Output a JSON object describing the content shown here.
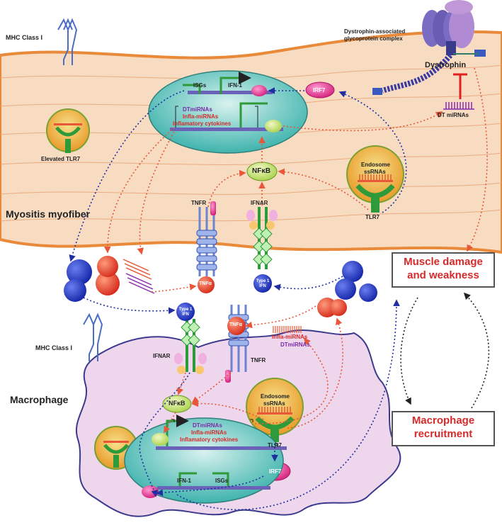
{
  "labels": {
    "mhc_top": "MHC Class I",
    "mhc_bottom": "MHC Class I",
    "dgc": "Dystrophin-associated glycoprotein complex",
    "dystrophin": "Dystrophin",
    "dt_mirnas_cell": "DT miRNAs",
    "irf7_top": "IRF7",
    "isgs_top": "ISGs",
    "ifn1_top": "IFN-1",
    "dtmirnas_top": "DTmiRNAs",
    "infla_top": "Infla-miRNAs",
    "inflam_cyt_top": "Inflamatory cytokines",
    "elevated_tlr7": "Elevated TLR7",
    "endosome_top": "Endosome",
    "ssrnas_top": "ssRNAs",
    "tlr7_top": "TLR7",
    "nfkb_top": "NFκB",
    "tnfr_top": "TNFR",
    "ifnar_top": "IFNAR",
    "myofiber": "Myositis myofiber",
    "tnfa_top": "TNFα",
    "type1_top": "Type 1 IFN",
    "type1_mid": "Type 1 IFN",
    "tnfa_mid": "TNFα",
    "infla_mid": "Infla-miRNAs",
    "dtmirnas_mid": "DTmiRNAs",
    "ifnar_bottom": "IFNAR",
    "tnfr_bottom": "TNFR",
    "macrophage": "Macrophage",
    "nfkb_bottom": "NFκB",
    "endosome_bottom": "Endosome",
    "ssrnas_bottom": "ssRNAs",
    "tlr7_bottom": "TLR7",
    "dtmirnas_bot": "DTmiRNAs",
    "infla_bot": "Infla-miRNAs",
    "inflam_cyt_bot": "Inflamatory cytokines",
    "irf7_bottom": "IRF7",
    "ifn1_bottom": "IFN-1",
    "isgs_bottom": "ISGs"
  },
  "boxes": {
    "muscle_damage": "Muscle damage and weakness",
    "macrophage_recruitment": "Macrophage recruitment"
  },
  "colors": {
    "myofiber_fill": "#f7dcc2",
    "myofiber_border": "#e88a3a",
    "macrophage_fill": "#eed6ec",
    "macrophage_border": "#3b3a8c",
    "nucleus_fill": "#56c2bd",
    "red_arrow": "#e8573a",
    "blue_arrow": "#1f2ea0",
    "receptor_blue": "#6b84cf",
    "tlr_green": "#2f9a3a",
    "label_red": "#d42a2a",
    "label_purple": "#7a2aa8"
  }
}
